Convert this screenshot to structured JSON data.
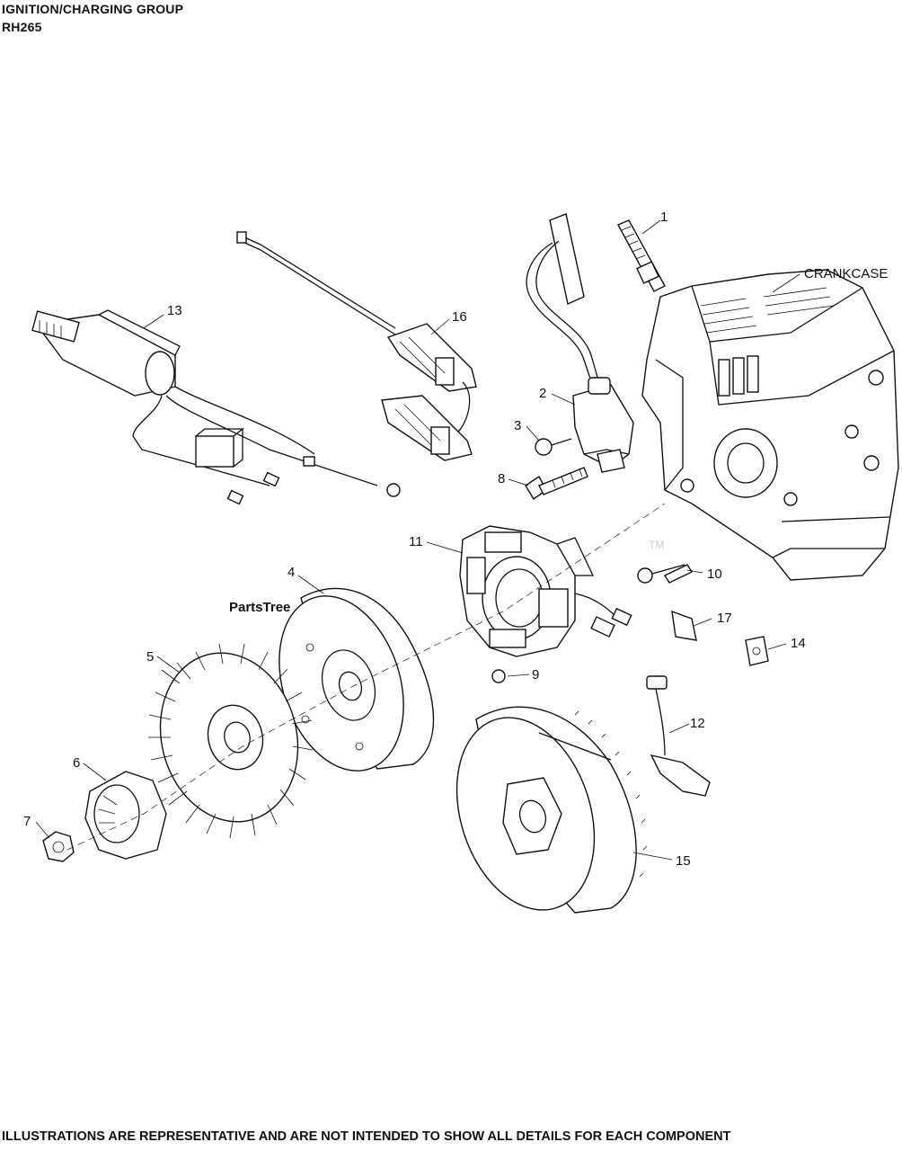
{
  "header": {
    "title": "IGNITION/CHARGING GROUP",
    "model": "RH265"
  },
  "watermark": {
    "text": "PartsTree",
    "tm": "TM"
  },
  "callouts": {
    "c1": "1",
    "c2": "2",
    "c3": "3",
    "c4": "4",
    "c5": "5",
    "c6": "6",
    "c7": "7",
    "c8": "8",
    "c9": "9",
    "c10": "10",
    "c11": "11",
    "c12": "12",
    "c13": "13",
    "c14": "14",
    "c15": "15",
    "c16": "16",
    "c17": "17",
    "crankcase": "CRANKCASE"
  },
  "footer": {
    "disclaimer": "ILLUSTRATIONS ARE REPRESENTATIVE AND ARE NOT INTENDED TO SHOW ALL DETAILS FOR EACH COMPONENT"
  }
}
